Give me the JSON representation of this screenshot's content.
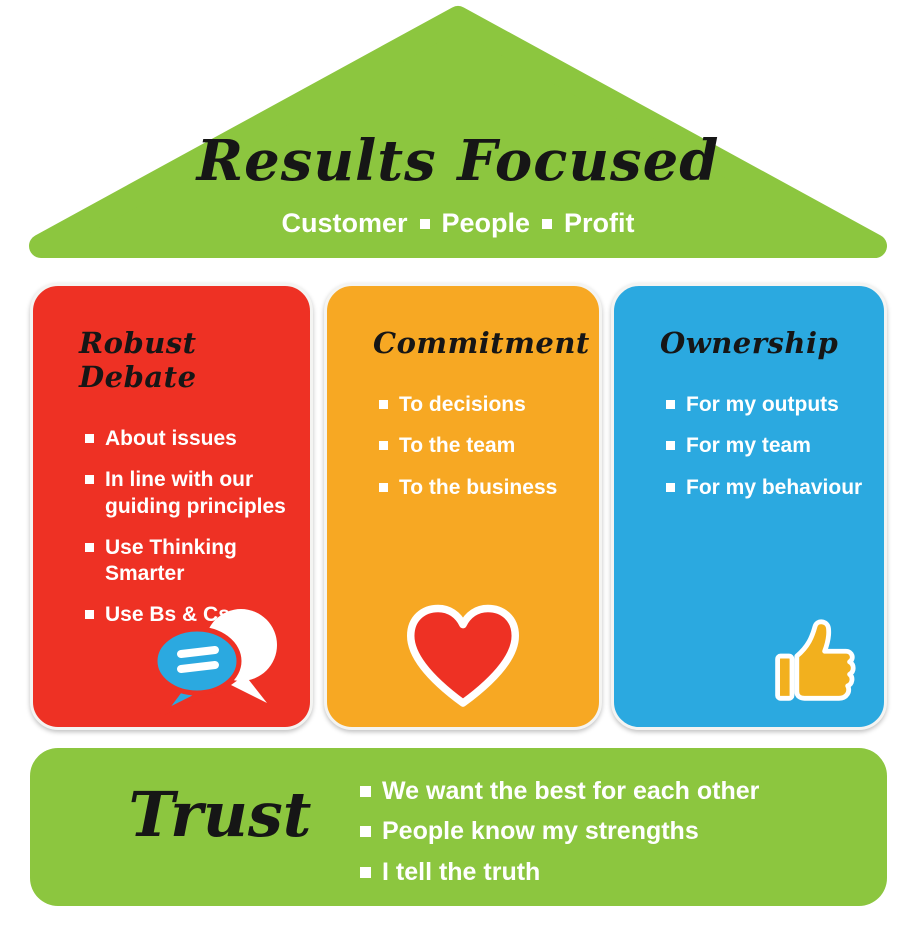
{
  "roof": {
    "title": "Results Focused",
    "subtitle_items": [
      "Customer",
      "People",
      "Profit"
    ]
  },
  "pillars": [
    {
      "title": "Robust Debate",
      "color": "#EE3124",
      "icon": "speech-bubbles-icon",
      "bullets": [
        "About issues",
        "In line with our guiding principles",
        "Use Thinking Smarter",
        "Use Bs & Cs"
      ]
    },
    {
      "title": "Commitment",
      "color": "#F7A823",
      "icon": "heart-icon",
      "bullets": [
        "To decisions",
        "To the team",
        "To the business"
      ]
    },
    {
      "title": "Ownership",
      "color": "#2BA9E0",
      "icon": "thumbs-up-icon",
      "bullets": [
        "For my outputs",
        "For my team",
        "For my behaviour"
      ]
    }
  ],
  "base": {
    "title": "Trust",
    "bullets": [
      "We want the best for each other",
      "People know my strengths",
      "I tell the truth"
    ]
  },
  "colors": {
    "green": "#8CC63F",
    "red": "#EE3124",
    "orange": "#F7A823",
    "blue": "#2BA9E0",
    "text": "#FFFFFF",
    "heading": "#161616"
  }
}
